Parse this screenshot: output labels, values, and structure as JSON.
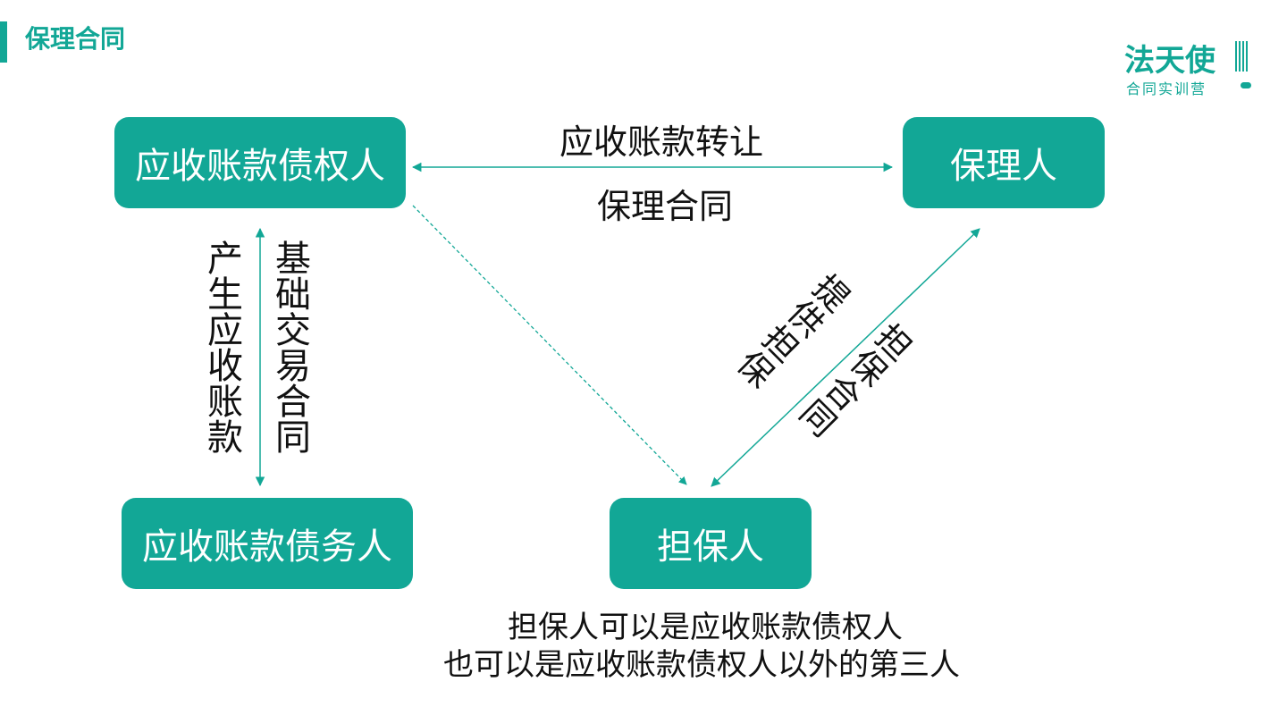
{
  "page": {
    "title": "保理合同"
  },
  "logo": {
    "main": "法天使",
    "sub": "合同实训营"
  },
  "nodes": {
    "creditor": "应收账款债权人",
    "factor": "保理人",
    "debtor": "应收账款债务人",
    "guarantor": "担保人"
  },
  "edges": {
    "transfer": "应收账款转让",
    "factoring_contract": "保理合同",
    "generate_receivable": "产生应收账款",
    "basic_contract": "基础交易合同",
    "provide_guarantee": "提供担保",
    "guarantee_contract": "担保合同"
  },
  "notes": {
    "line1": "担保人可以是应收账款债权人",
    "line2": "也可以是应收账款债权人以外的第三人"
  },
  "colors": {
    "accent": "#12a796",
    "text": "#111111"
  }
}
